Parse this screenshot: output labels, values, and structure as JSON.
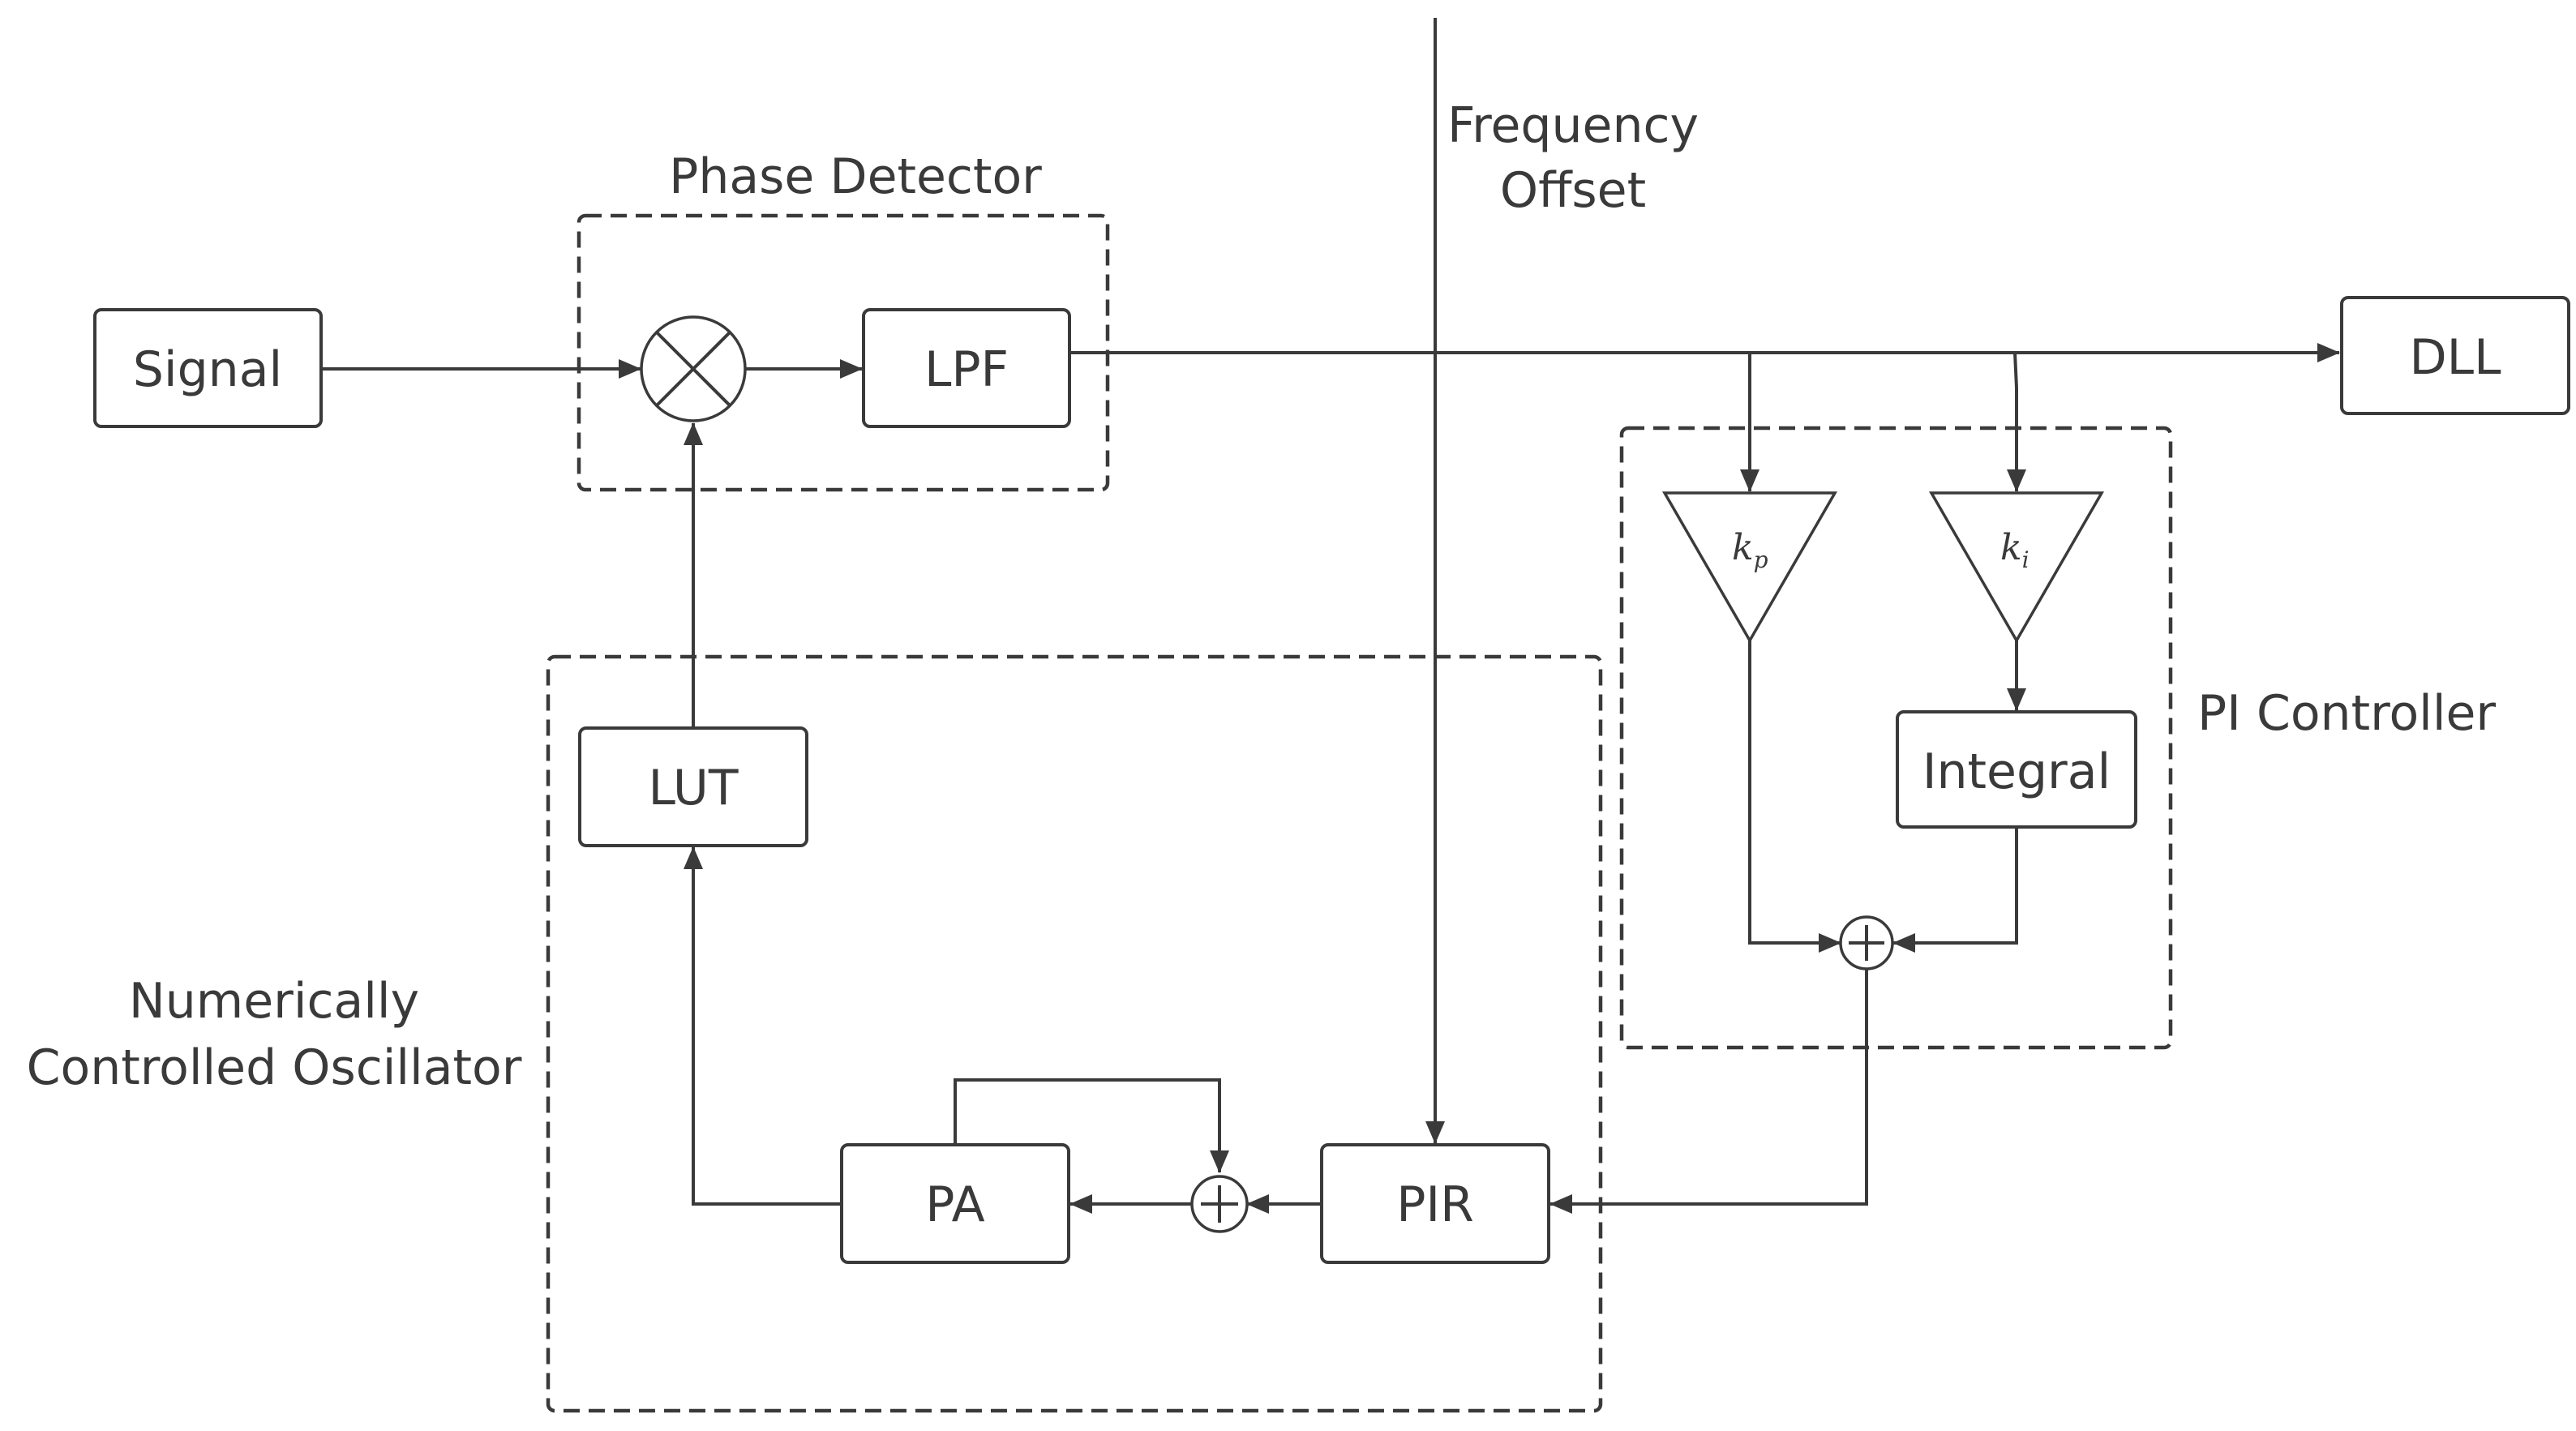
{
  "blocks": {
    "signal": "Signal",
    "lpf": "LPF",
    "dll": "DLL",
    "lut": "LUT",
    "integral": "Integral",
    "pa": "PA",
    "pir": "PIR"
  },
  "groups": {
    "phase_detector": "Phase Detector",
    "pi_controller": "PI Controller",
    "nco_line1": "Numerically",
    "nco_line2": "Controlled Oscillator"
  },
  "inputs": {
    "frequency_offset_line1": "Frequency",
    "frequency_offset_line2": "Offset"
  },
  "gains": {
    "kp_base": "k",
    "kp_sub": "p",
    "ki_base": "k",
    "ki_sub": "i"
  }
}
